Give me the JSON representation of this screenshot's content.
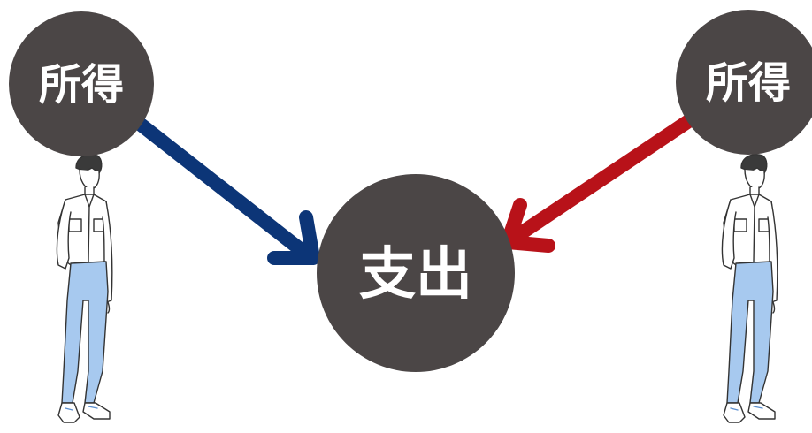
{
  "diagram": {
    "left_node": {
      "label": "所得"
    },
    "right_node": {
      "label": "所得"
    },
    "center_node": {
      "label": "支出"
    }
  },
  "colors": {
    "circle_fill": "#4b4646",
    "label_text": "#ffffff",
    "left_arrow": "#0c3577",
    "right_arrow": "#b81219",
    "pants": "#a7c9ef",
    "shirt": "#ffffff",
    "hair": "#3a3a3a",
    "outline": "#333333"
  }
}
